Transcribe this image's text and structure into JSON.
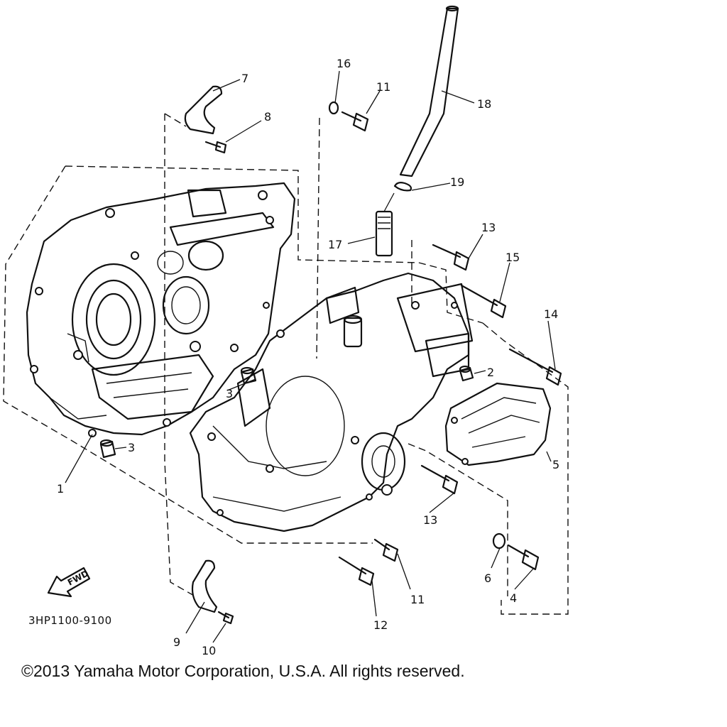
{
  "diagram": {
    "callouts": [
      {
        "id": "c1",
        "text": "1"
      },
      {
        "id": "c2",
        "text": "2"
      },
      {
        "id": "c3a",
        "text": "3"
      },
      {
        "id": "c3b",
        "text": "3"
      },
      {
        "id": "c4",
        "text": "4"
      },
      {
        "id": "c5",
        "text": "5"
      },
      {
        "id": "c6",
        "text": "6"
      },
      {
        "id": "c7",
        "text": "7"
      },
      {
        "id": "c8",
        "text": "8"
      },
      {
        "id": "c9",
        "text": "9"
      },
      {
        "id": "c10",
        "text": "10"
      },
      {
        "id": "c11a",
        "text": "11"
      },
      {
        "id": "c11b",
        "text": "11"
      },
      {
        "id": "c12",
        "text": "12"
      },
      {
        "id": "c13a",
        "text": "13"
      },
      {
        "id": "c13b",
        "text": "13"
      },
      {
        "id": "c14",
        "text": "14"
      },
      {
        "id": "c15",
        "text": "15"
      },
      {
        "id": "c16",
        "text": "16"
      },
      {
        "id": "c17",
        "text": "17"
      },
      {
        "id": "c18",
        "text": "18"
      },
      {
        "id": "c19",
        "text": "19"
      }
    ],
    "fwd_label": "FWD",
    "part_number": "3HP1100-9100"
  },
  "copyright": "©2013 Yamaha Motor Corporation, U.S.A. All rights reserved."
}
